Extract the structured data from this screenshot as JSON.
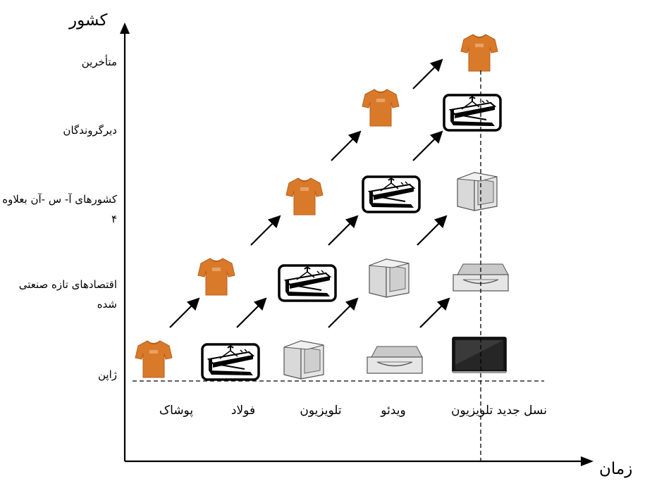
{
  "axes": {
    "y_title": "کشور",
    "x_title": "زمان"
  },
  "countries": [
    "متأخرین",
    "دیرگروندگان",
    "کشورهای آ- س -آن بعلاوه ۴",
    "اقتصادهای تازه صنعتی شده",
    "ژاپن"
  ],
  "industries": [
    "پوشاک",
    "فولاد",
    "تلویزیون",
    "ویدئو",
    "نسل جدید تلویزیون"
  ],
  "icons": {
    "shirt": "shirt-icon",
    "steel": "steel-beam-icon",
    "tv": "crt-tv-icon",
    "video": "vcr-icon",
    "flat_tv": "flat-tv-icon",
    "arrow": "diagonal-arrow-icon"
  },
  "colors": {
    "shirt": "#d97a2b",
    "shirt_shade": "#b95f18",
    "lines": "#000000",
    "device_fill": "#d9d9d9"
  }
}
